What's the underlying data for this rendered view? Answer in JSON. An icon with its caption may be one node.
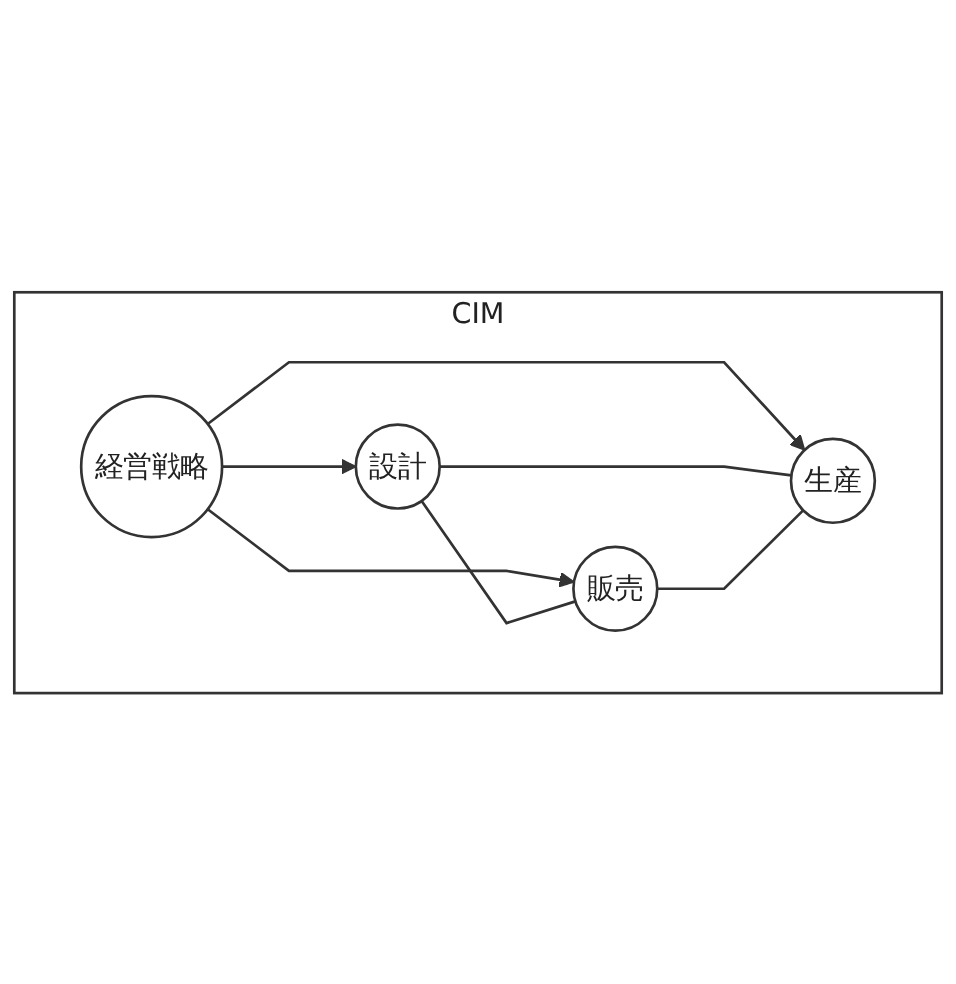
{
  "diagram": {
    "nodes": [
      {
        "text": [
          "CIM"
        ]
      },
      {
        "text": [
          "設計"
        ],
        "in": 0
      },
      {
        "text": [
          "経営戦略"
        ],
        "in": 0
      },
      {
        "text": [
          "販売"
        ],
        "in": 0
      },
      {
        "text": [
          "生産"
        ],
        "in": 0
      }
    ],
    "edges": [
      {
        "from": 2,
        "to": 1,
        "arrow": "to"
      },
      {
        "from": 2,
        "to": 3,
        "arrow": "to"
      },
      {
        "from": 2,
        "to": 4,
        "arrow": "to"
      },
      {
        "from": 1,
        "to": 3,
        "arrow": "none"
      },
      {
        "from": 1,
        "to": 4,
        "arrow": "none"
      },
      {
        "from": 3,
        "to": 4,
        "arrow": "none"
      }
    ]
  }
}
